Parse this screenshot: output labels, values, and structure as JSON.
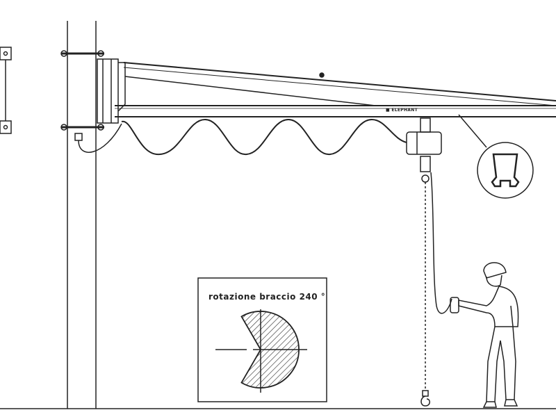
{
  "diagram": {
    "title": "Wall/column-mounted jib crane with electric chain hoist",
    "inset_label": "rotazione braccio 240 °",
    "rotation_degrees": 240,
    "logo_text": "ELEPHANT",
    "colors": {
      "line": "#222222",
      "background": "#ffffff"
    }
  }
}
